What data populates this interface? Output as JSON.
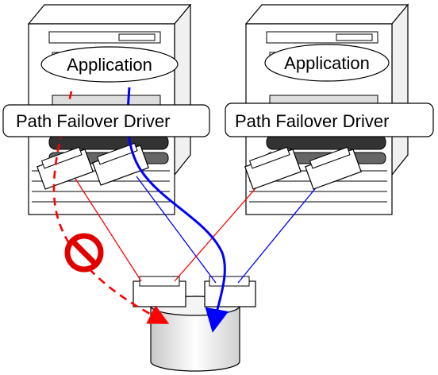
{
  "servers": [
    {
      "application_label": "Application",
      "driver_label": "Path Failover Driver"
    },
    {
      "application_label": "Application",
      "driver_label": "Path Failover Driver"
    }
  ],
  "colors": {
    "failed_path": "#ff0000",
    "active_path": "#0000ff",
    "prohibited_sign": "#e00000",
    "case_fill": "#ffffff",
    "case_stroke": "#000000"
  },
  "icons": [
    "server-tower-icon",
    "hba-card-icon",
    "storage-disk-icon",
    "prohibited-icon",
    "arrow-icon"
  ]
}
